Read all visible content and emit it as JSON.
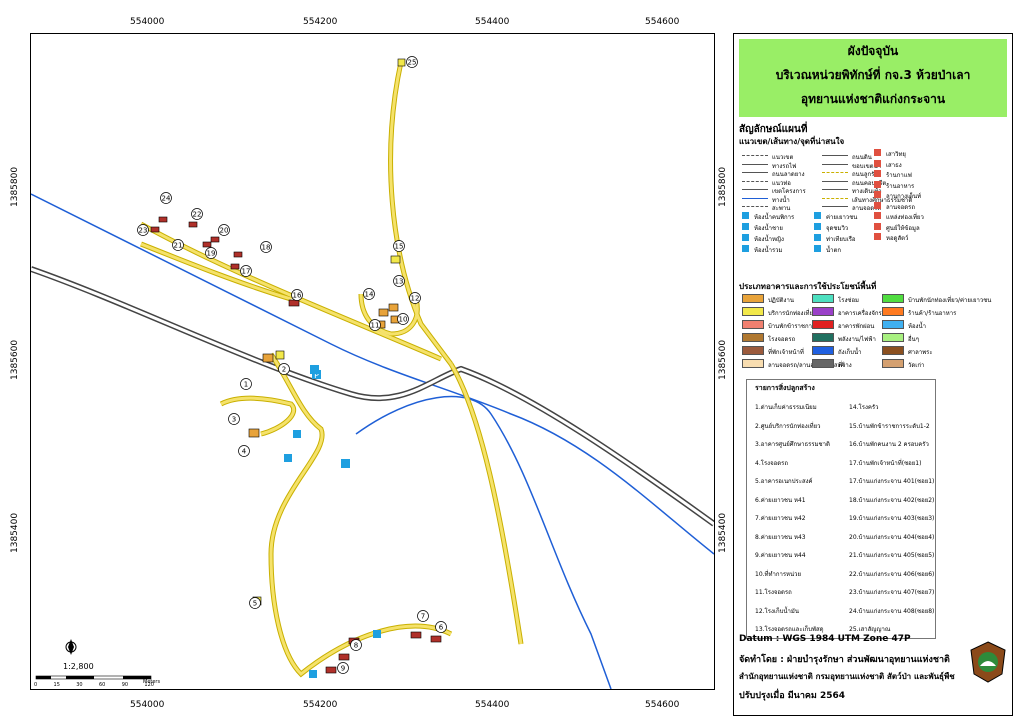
{
  "map": {
    "x_ticks": [
      "554000",
      "554200",
      "554400",
      "554600"
    ],
    "y_ticks": [
      "1385800",
      "1385600",
      "1385400"
    ],
    "scale_text": "1:2,800",
    "scale_units": "Meters",
    "scale_ticks": [
      "0",
      "15",
      "30",
      "60",
      "90",
      "120"
    ],
    "point_labels": [
      "1",
      "2",
      "3",
      "4",
      "5",
      "6",
      "7",
      "8",
      "9",
      "10",
      "11",
      "12",
      "13",
      "14",
      "15",
      "16",
      "17",
      "18",
      "19",
      "20",
      "21",
      "22",
      "23",
      "24",
      "25"
    ],
    "colors": {
      "road": "#f5e26b",
      "road_edge": "#c9b000",
      "river": "#1f5fd6",
      "highway": "#444444",
      "building": "#b0302a"
    }
  },
  "title": {
    "line1": "ผังปัจจุบัน",
    "line2": "บริเวณหน่วยพิทักษ์ที่ กจ.3 ห้วยป่าเลา",
    "line3": "อุทยานแห่งชาติแก่งกระจาน"
  },
  "legend": {
    "heading1": "สัญลักษณ์แผนที่",
    "heading1b": "แนวเขต/เส้นทาง/จุดที่น่าสนใจ",
    "line_items": [
      "แนวเขต",
      "ทางรถไฟ",
      "ถนนลาดยาง",
      "แนวท่อ",
      "เขตโครงการ",
      "ทางน้ำ",
      "สะพาน",
      "ถนนดิน",
      "ขอบเขตน้ำ",
      "ถนนลูกรัง",
      "ถนนคอนกรีต",
      "ทางเดินเท้า",
      "เส้นทางศึกษาธรรมชาติ",
      "ลานจอดรถ"
    ],
    "icon_items": [
      "เสาวิทยุ",
      "เสาธง",
      "ร้านกาแฟ",
      "ร้านอาหาร",
      "ลานกางเต็นท์",
      "ลานจอดรถ",
      "แหล่งท่องเที่ยว",
      "ศูนย์ให้ข้อมูล",
      "หอดูสัตว์",
      "ห้องน้ำคนพิการ",
      "ห้องน้ำชาย",
      "ห้องน้ำหญิง",
      "ห้องน้ำรวม",
      "ค่ายเยาวชน",
      "จุดชมวิว",
      "ท่าเทียบเรือ",
      "น้ำตก"
    ],
    "heading2": "ประเภทอาคารและการใช้ประโยชน์พื้นที่",
    "area_items": [
      {
        "label": "ปฏิบัติงาน",
        "color": "#e8a33a"
      },
      {
        "label": "บริการนักท่องเที่ยว",
        "color": "#f2e84a"
      },
      {
        "label": "บ้านพักข้าราชการ",
        "color": "#f08070"
      },
      {
        "label": "โรงจอดรถ",
        "color": "#b07830"
      },
      {
        "label": "ที่พักเจ้าหน้าที่",
        "color": "#9b5a3c"
      },
      {
        "label": "ลานจอดรถ/ลานอเนกประสงค์",
        "color": "#f8ddb0"
      },
      {
        "label": "โรงซ่อม",
        "color": "#4de0c0"
      },
      {
        "label": "อาคารเครื่องจักร",
        "color": "#9a40c8"
      },
      {
        "label": "อาคารพักผ่อน",
        "color": "#e02020"
      },
      {
        "label": "พลังงาน/ไฟฟ้า",
        "color": "#207060"
      },
      {
        "label": "ถังเก็บน้ำ",
        "color": "#2060e0"
      },
      {
        "label": "ที่ว่าง",
        "color": "#666666"
      },
      {
        "label": "บ้านพักนักท่องเที่ยว/ค่ายเยาวชน",
        "color": "#50dd40"
      },
      {
        "label": "ร้านค้า/ร้านอาหาร",
        "color": "#ff7a20"
      },
      {
        "label": "ห้องน้ำ",
        "color": "#40b0f0"
      },
      {
        "label": "อื่นๆ",
        "color": "#a8f080"
      },
      {
        "label": "ศาลาพระ",
        "color": "#8b5020"
      },
      {
        "label": "วัดเก่า",
        "color": "#d4a070"
      }
    ],
    "heading3": "รายการสิ่งปลูกสร้าง",
    "buildings_left": [
      "1.ด่านเก็บค่าธรรมเนียม",
      "2.ศูนย์บริการนักท่องเที่ยว",
      "3.อาคารศูนย์ศึกษาธรรมชาติ",
      "4.โรงจอดรถ",
      "5.อาคารอเนกประสงค์",
      "6.ค่ายเยาวชน ห41",
      "7.ค่ายเยาวชน ห42",
      "8.ค่ายเยาวชน ห43",
      "9.ค่ายเยาวชน ห44",
      "10.ที่ทำการหน่วย",
      "11.โรงจอดรถ",
      "12.โรงเก็บน้ำมัน",
      "13.โรงจอดรถและเก็บพัสดุ"
    ],
    "buildings_right": [
      "14.โรงครัว",
      "15.บ้านพักข้าราชการระดับ1-2",
      "16.บ้านพักคนงาน 2 ครอบครัว",
      "17.บ้านพักเจ้าหน้าที่(ซอย1)",
      "17.บ้านแก่งกระจาน 401(ซอย1)",
      "18.บ้านแก่งกระจาน 402(ซอย2)",
      "19.บ้านแก่งกระจาน 403(ซอย3)",
      "20.บ้านแก่งกระจาน 404(ซอย4)",
      "21.บ้านแก่งกระจาน 405(ซอย5)",
      "22.บ้านแก่งกระจาน 406(ซอย6)",
      "23.บ้านแก่งกระจาน 407(ซอย7)",
      "24.บ้านแก่งกระจาน 408(ซอย8)",
      "25.เสาสัญญาณ"
    ]
  },
  "info": {
    "datum": "Datum  :  WGS 1984 UTM Zone 47P",
    "made_by": "จัดทำโดย  :  ฝ่ายบำรุงรักษา ส่วนพัฒนาอุทยานแห่งชาติ",
    "org": "สำนักอุทยานแห่งชาติ  กรมอุทยานแห่งชาติ สัตว์ป่า และพันธุ์พืช",
    "updated": "ปรับปรุงเมื่อ มีนาคม 2564"
  }
}
